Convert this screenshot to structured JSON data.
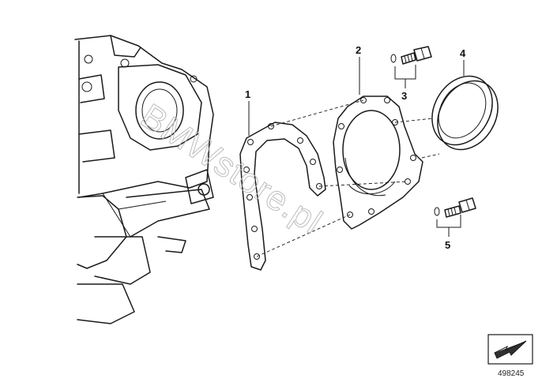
{
  "callouts": [
    {
      "id": "part-1",
      "label": "1"
    },
    {
      "id": "part-2",
      "label": "2"
    },
    {
      "id": "part-3",
      "label": "3"
    },
    {
      "id": "part-4",
      "label": "4"
    },
    {
      "id": "part-5",
      "label": "5"
    }
  ],
  "watermark": "BMWstore.pl",
  "diagram_id": "498245",
  "icons": {
    "nav": "arrow-icon"
  }
}
